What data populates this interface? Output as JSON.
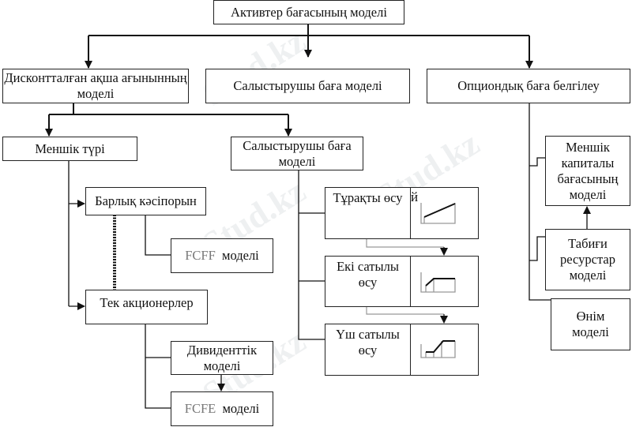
{
  "root": "Активтер бағасының моделі",
  "level1": {
    "dcf": "Дисконтталған ақша ағынынның моделі",
    "comparative": "Салыстырушы баға моделі",
    "option": "Опциондық баға белгілеу"
  },
  "dcf_branch": {
    "ownership_type": "Меншік түрі",
    "whole_firm": "Барлық кәсіпорын",
    "fcff_prefix": "FCFF",
    "fcff_suffix": "моделі",
    "shareholders_only": "Тек акционерлер",
    "dividend": "Дивиденттік моделі",
    "fcfe_prefix": "FCFE",
    "fcfe_suffix": "моделі"
  },
  "comparative_branch": {
    "title": "Салыстырушы баға моделі",
    "growth": [
      {
        "label": "Тұрақты өсу",
        "extra": "й"
      },
      {
        "label": "Екі сатылы өсу"
      },
      {
        "label": "Үш сатылы өсу"
      }
    ]
  },
  "option_branch": {
    "equity": "Меншік капиталы бағасының моделі",
    "natural_resources": "Табиғи ресурстар моделі",
    "product": "Өнім моделі"
  },
  "watermark": "Stud.kz"
}
